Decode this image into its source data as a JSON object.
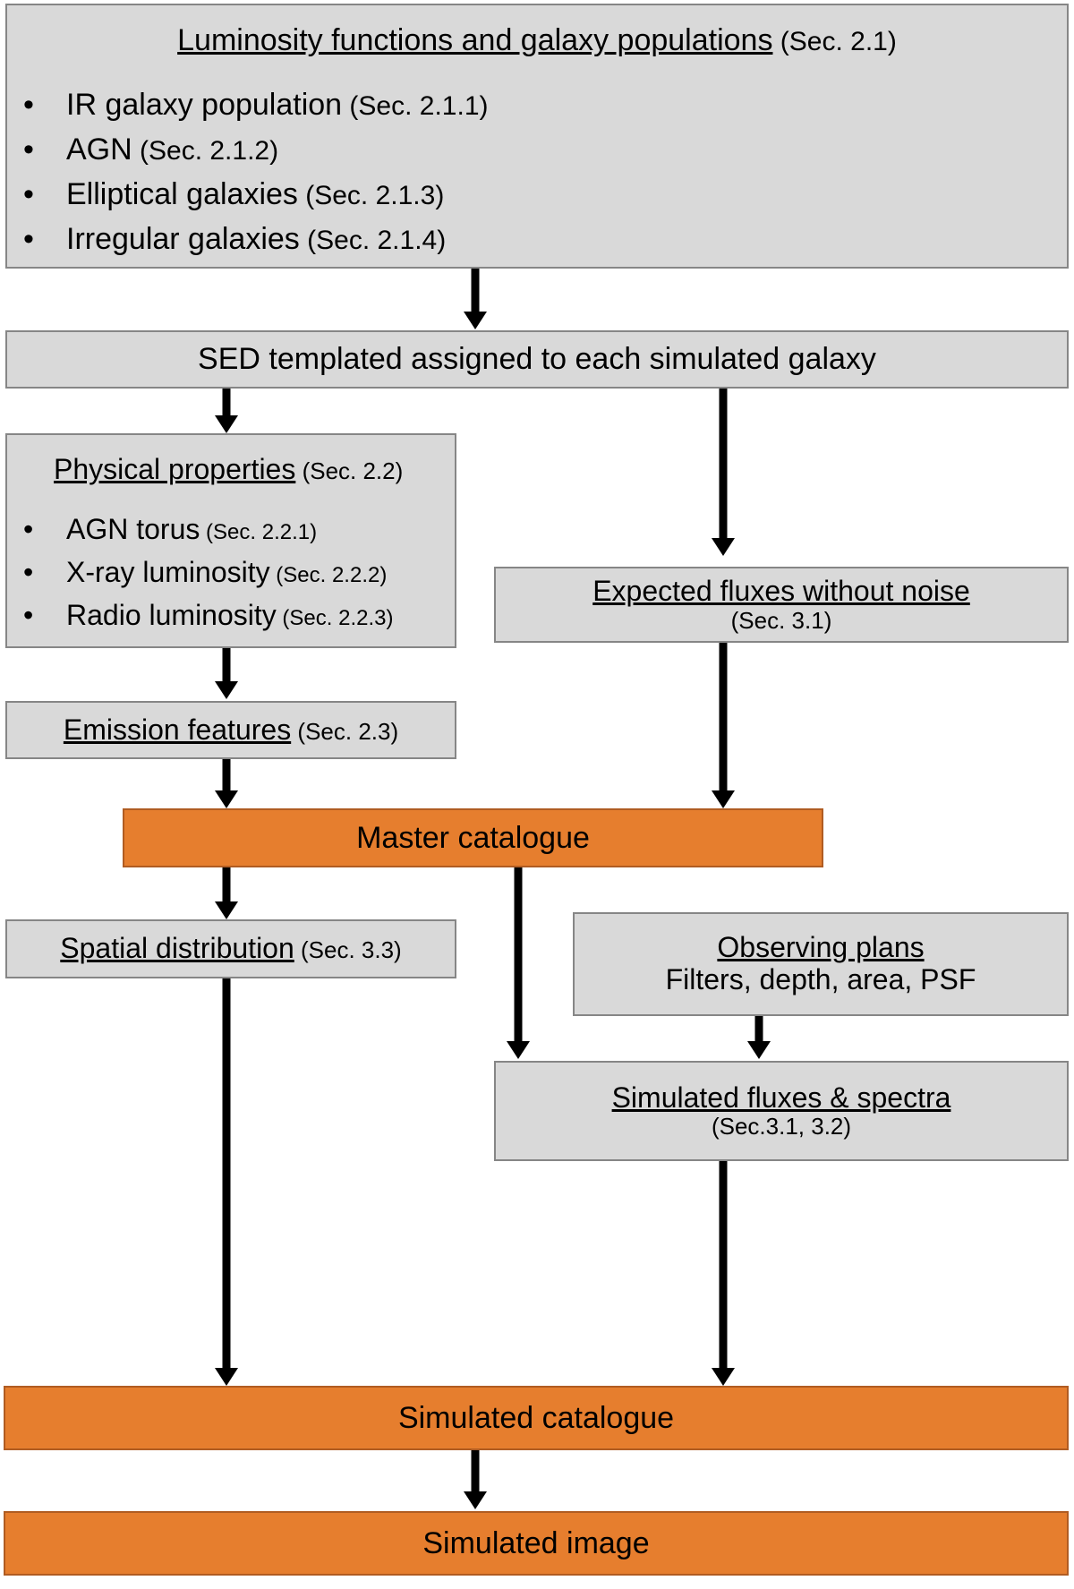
{
  "diagram": {
    "title": "Simulation workflow flowchart",
    "colors": {
      "box_gray_fill": "#D9D9D9",
      "box_gray_border": "#868686",
      "box_orange_fill": "#E67E2E",
      "box_orange_border": "#B05C22",
      "arrow": "#000000",
      "text": "#000000"
    },
    "nodes": {
      "luminosity_functions": {
        "heading": "Luminosity functions and galaxy populations",
        "heading_suffix": " (Sec. 2.1)",
        "bullets": [
          {
            "label": "IR galaxy population",
            "section": " (Sec. 2.1.1)"
          },
          {
            "label": "AGN",
            "section": " (Sec. 2.1.2)"
          },
          {
            "label": "Elliptical galaxies ",
            "section": " (Sec. 2.1.3)"
          },
          {
            "label": "Irregular galaxies",
            "section": " (Sec. 2.1.4)"
          }
        ]
      },
      "sed_template": {
        "label": "SED templated assigned to each simulated galaxy"
      },
      "physical_properties": {
        "heading": "Physical properties",
        "heading_suffix": "  (Sec. 2.2)",
        "bullets": [
          {
            "label": "AGN torus",
            "section": " (Sec. 2.2.1)"
          },
          {
            "label": "X-ray luminosity",
            "section": " (Sec. 2.2.2)"
          },
          {
            "label": "Radio luminosity ",
            "section": " (Sec. 2.2.3)"
          }
        ]
      },
      "expected_fluxes": {
        "heading": "Expected fluxes without noise",
        "subtitle": "(Sec. 3.1)"
      },
      "emission_features": {
        "heading": "Emission features",
        "heading_suffix": " (Sec. 2.3)"
      },
      "master_catalogue": {
        "label": "Master catalogue"
      },
      "spatial_distribution": {
        "heading": "Spatial distribution",
        "heading_suffix": " (Sec. 3.3)"
      },
      "observing_plans": {
        "heading": "Observing plans",
        "subtitle": "Filters, depth, area, PSF"
      },
      "simulated_fluxes": {
        "heading": "Simulated fluxes & spectra",
        "subtitle": "(Sec.3.1, 3.2)"
      },
      "simulated_catalogue": {
        "label": "Simulated catalogue"
      },
      "simulated_image": {
        "label": "Simulated image"
      }
    },
    "edges": [
      {
        "name": "luminosity-to-sed",
        "from": "luminosity_functions",
        "to": "sed_template"
      },
      {
        "name": "sed-to-physical",
        "from": "sed_template",
        "to": "physical_properties"
      },
      {
        "name": "sed-to-expected-fluxes",
        "from": "sed_template",
        "to": "expected_fluxes"
      },
      {
        "name": "physical-to-emission",
        "from": "physical_properties",
        "to": "emission_features"
      },
      {
        "name": "emission-to-master",
        "from": "emission_features",
        "to": "master_catalogue"
      },
      {
        "name": "expected-fluxes-to-master",
        "from": "expected_fluxes",
        "to": "master_catalogue"
      },
      {
        "name": "master-to-spatial",
        "from": "master_catalogue",
        "to": "spatial_distribution"
      },
      {
        "name": "master-to-simulated-fluxes",
        "from": "master_catalogue",
        "to": "simulated_fluxes"
      },
      {
        "name": "observing-plans-to-simulated-fluxes",
        "from": "observing_plans",
        "to": "simulated_fluxes"
      },
      {
        "name": "spatial-to-simulated-catalogue",
        "from": "spatial_distribution",
        "to": "simulated_catalogue"
      },
      {
        "name": "simulated-fluxes-to-simulated-catalogue",
        "from": "simulated_fluxes",
        "to": "simulated_catalogue"
      },
      {
        "name": "simulated-catalogue-to-simulated-image",
        "from": "simulated_catalogue",
        "to": "simulated_image"
      }
    ],
    "bullet_glyph": "•"
  }
}
